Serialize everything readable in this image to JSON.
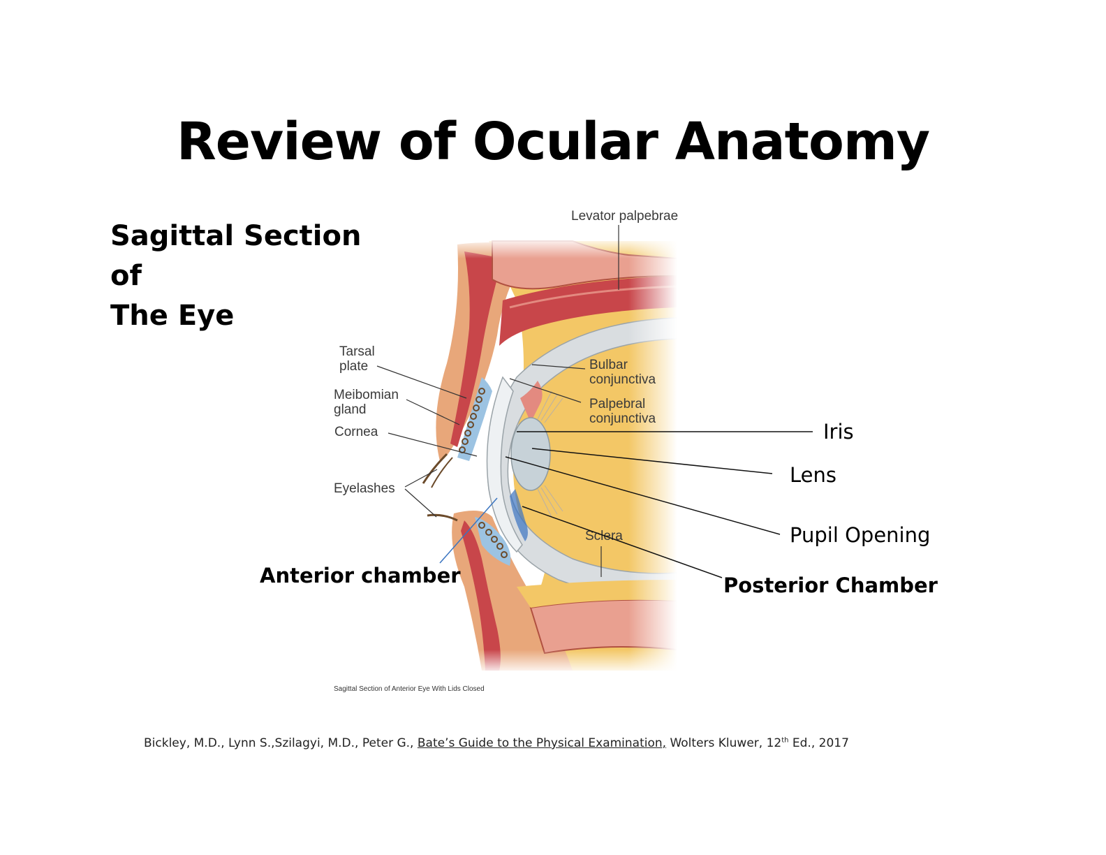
{
  "title": "Review of Ocular Anatomy",
  "section_title": {
    "line1": "Sagittal Section",
    "line2": "of",
    "line3": "The Eye"
  },
  "figure": {
    "caption": "Sagittal Section of Anterior Eye With Lids Closed",
    "labels": {
      "levator": "Levator palpebrae",
      "tarsal_1": "Tarsal",
      "tarsal_2": "plate",
      "meibomian_1": "Meibomian",
      "meibomian_2": "gland",
      "cornea": "Cornea",
      "eyelashes": "Eyelashes",
      "bulbar_1": "Bulbar",
      "bulbar_2": "conjunctiva",
      "palpebral_1": "Palpebral",
      "palpebral_2": "conjunctiva",
      "sclera": "Sclera"
    }
  },
  "annotations": {
    "iris": "Iris",
    "lens": "Lens",
    "pupil": "Pupil Opening",
    "anterior_chamber": "Anterior chamber",
    "posterior_chamber": "Posterior Chamber"
  },
  "citation": {
    "authors": "Bickley, M.D., Lynn S.,Szilagyi, M.D., Peter G., ",
    "book": "Bate’s Guide to the Physical Examination,",
    "publisher": " Wolters Kluwer, 12",
    "edition_sup": "th",
    "year": " Ed., 2017"
  },
  "colors": {
    "skin": "#e8a77a",
    "muscle": "#c8464a",
    "fat": "#f3c766",
    "sclera": "#d9dde0",
    "gland": "#9cc3e2",
    "lens": "#c7d2d8",
    "pointer_blue": "#3a74c0"
  }
}
